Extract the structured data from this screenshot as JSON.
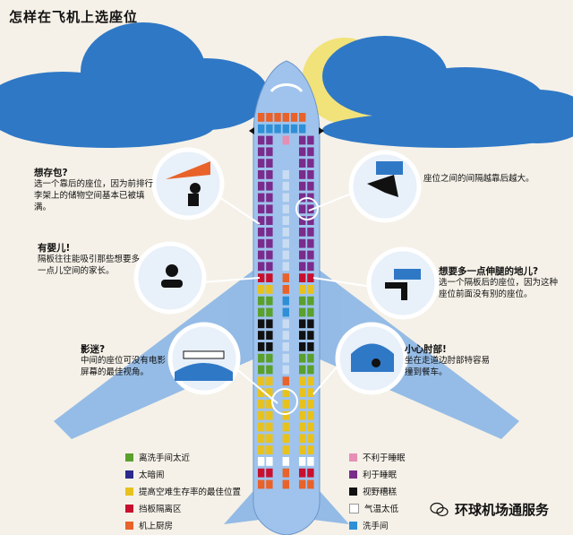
{
  "title": "怎样在飞机上选座位",
  "callouts": {
    "storage": {
      "heading": "想存包?",
      "body": "选一个靠后的座位，因为前排行李架上的储物空间基本已被填满。"
    },
    "baby": {
      "heading": "有婴儿!",
      "body": "隔板往往能吸引那些想要多一点儿空间的家长。"
    },
    "movie": {
      "heading": "影迷?",
      "body": "中间的座位可没有电影屏幕的最佳视角。"
    },
    "recline": {
      "heading": "",
      "body": "座位之间的间隔越靠后越大。"
    },
    "legroom": {
      "heading": "想要多一点伸腿的地儿?",
      "body": "选一个隔板后的座位，因为这种座位前面没有别的座位。"
    },
    "elbow": {
      "heading": "小心肘部!",
      "body": "坐在走道边肘部特容易撞到餐车。"
    }
  },
  "legend": {
    "left": [
      {
        "label": "离洗手间太近",
        "color": "#5aa02c"
      },
      {
        "label": "太暗闹",
        "color": "#2b2a8c"
      },
      {
        "label": "提高空难生存率的最佳位置",
        "color": "#e8c21c"
      },
      {
        "label": "挡板隔离区",
        "color": "#c8102e"
      },
      {
        "label": "机上厨房",
        "color": "#e8622a"
      }
    ],
    "right": [
      {
        "label": "不利于睡眠",
        "color": "#e58fb5"
      },
      {
        "label": "利于睡眠",
        "color": "#7a2b8c"
      },
      {
        "label": "视野糟糕",
        "color": "#111111"
      },
      {
        "label": "气温太低",
        "color": "#ffffff"
      },
      {
        "label": "洗手间",
        "color": "#2f8fd6"
      }
    ]
  },
  "watermark": "环球机场通服务",
  "colors": {
    "sky": "#6fa6d9",
    "plane": "#8fb8e6",
    "sun": "#f2e27a"
  }
}
